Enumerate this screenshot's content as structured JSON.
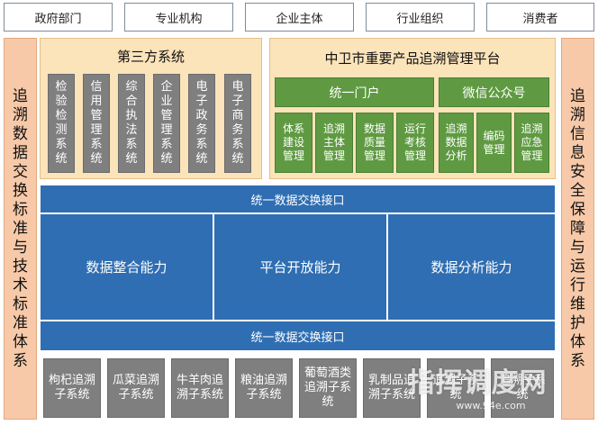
{
  "stakeholders": [
    "政府部门",
    "专业机构",
    "企业主体",
    "行业组织",
    "消费者"
  ],
  "left_column": "追溯数据交换标准与技术标准体系",
  "right_column": "追溯信息安全保障与运行维护体系",
  "third_party": {
    "title": "第三方系统",
    "items": [
      "检验检测系统",
      "信用管理系统",
      "综合执法系统",
      "企业管理系统",
      "电子政务系统",
      "电子商务系统"
    ]
  },
  "platform": {
    "title": "中卫市重要产品追溯管理平台",
    "portal": "统一门户",
    "wechat": "微信公众号",
    "modules": [
      "体系建设管理",
      "追溯主体管理",
      "数据质量管理",
      "运行考核管理",
      "追溯数据分析",
      "编码管理",
      "追溯应急管理"
    ]
  },
  "interface_top": "统一数据交换接口",
  "capabilities": [
    "数据整合能力",
    "平台开放能力",
    "数据分析能力"
  ],
  "interface_bottom": "统一数据交换接口",
  "subsystems": [
    "枸杞追溯子系统",
    "瓜菜追溯子系统",
    "牛羊肉追溯子系统",
    "粮油追溯子系统",
    "葡萄酒类追溯子系统",
    "乳制品追溯子系统",
    "追溯子系统",
    "追溯子系统"
  ],
  "watermark": {
    "text": "指挥调度网",
    "sub": "www.94e.com"
  }
}
